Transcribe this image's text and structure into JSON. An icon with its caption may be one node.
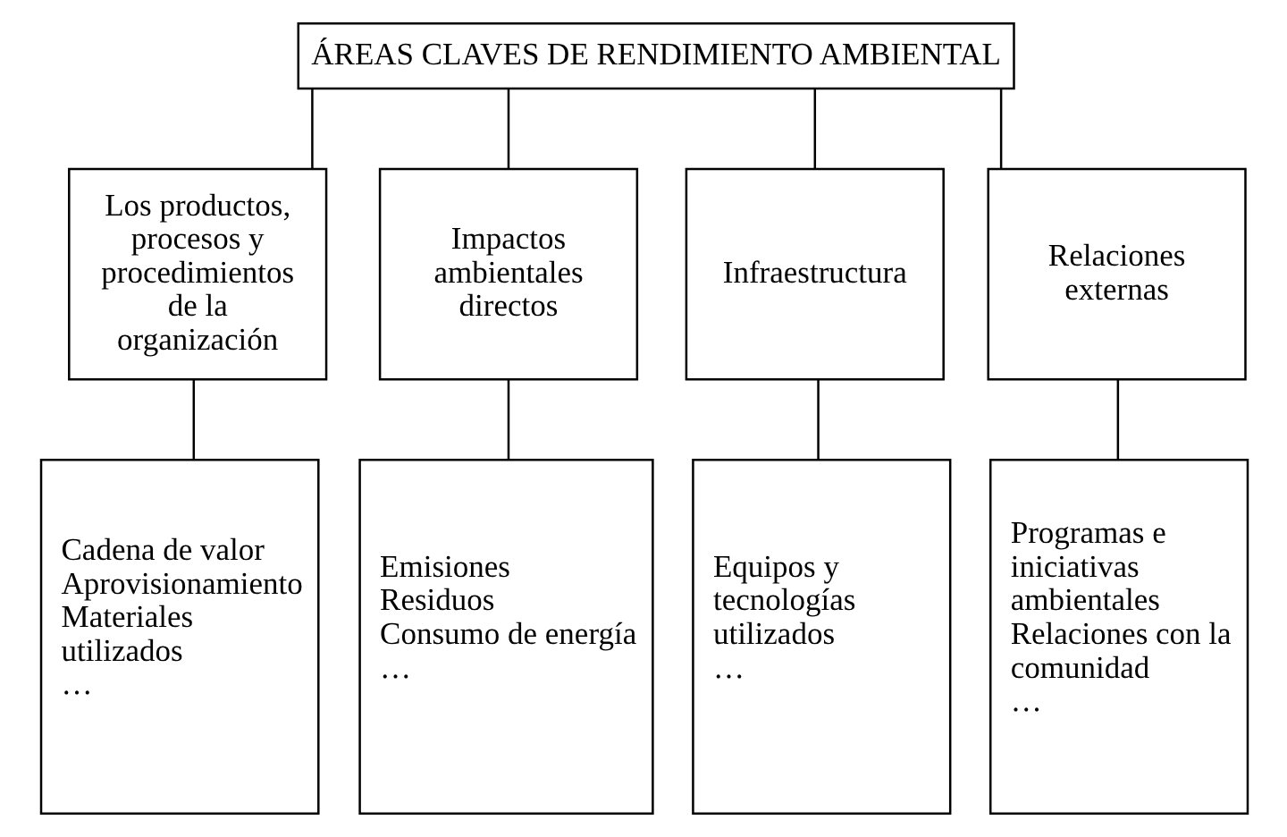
{
  "diagram": {
    "nodes": [
      {
        "text": [
          "ÁREAS CLAVES DE RENDIMIENTO AMBIENTAL"
        ]
      },
      {
        "text": [
          "Los productos, procesos y procedimientos de la organización"
        ]
      },
      {
        "text": [
          "Impactos ambientales directos"
        ]
      },
      {
        "text": [
          "Infraestructura"
        ]
      },
      {
        "text": [
          "Relaciones externas"
        ]
      },
      {
        "text": [
          "Cadena de valor",
          "Aprovisionamiento",
          "Materiales utilizados",
          "…"
        ]
      },
      {
        "text": [
          "Emisiones",
          "Residuos",
          "Consumo de energía",
          "…"
        ]
      },
      {
        "text": [
          "Equipos y tecnologías utilizados",
          "…"
        ]
      },
      {
        "text": [
          "Programas e iniciativas ambientales",
          "Relaciones con la comunidad",
          "…"
        ]
      }
    ],
    "edges": [
      {
        "from": 0,
        "to": 1,
        "arrow": "none"
      },
      {
        "from": 0,
        "to": 2,
        "arrow": "none"
      },
      {
        "from": 0,
        "to": 3,
        "arrow": "none"
      },
      {
        "from": 0,
        "to": 4,
        "arrow": "none"
      },
      {
        "from": 1,
        "to": 5,
        "arrow": "none"
      },
      {
        "from": 2,
        "to": 6,
        "arrow": "none"
      },
      {
        "from": 3,
        "to": 7,
        "arrow": "none"
      },
      {
        "from": 4,
        "to": 8,
        "arrow": "none"
      }
    ]
  }
}
